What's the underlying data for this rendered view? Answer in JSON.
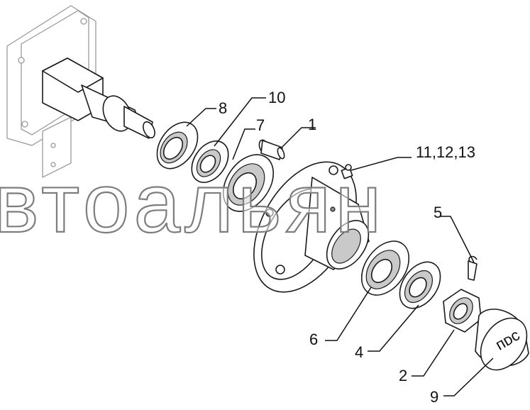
{
  "callouts": {
    "c8": "8",
    "c10": "10",
    "c7": "7",
    "c1": "1",
    "c11": "11,12,13",
    "c5": "5",
    "c6": "6",
    "c4": "4",
    "c2": "2",
    "c9": "9"
  },
  "watermark": "втоальян",
  "cap_emblem": "ᴨᴅᴄ"
}
